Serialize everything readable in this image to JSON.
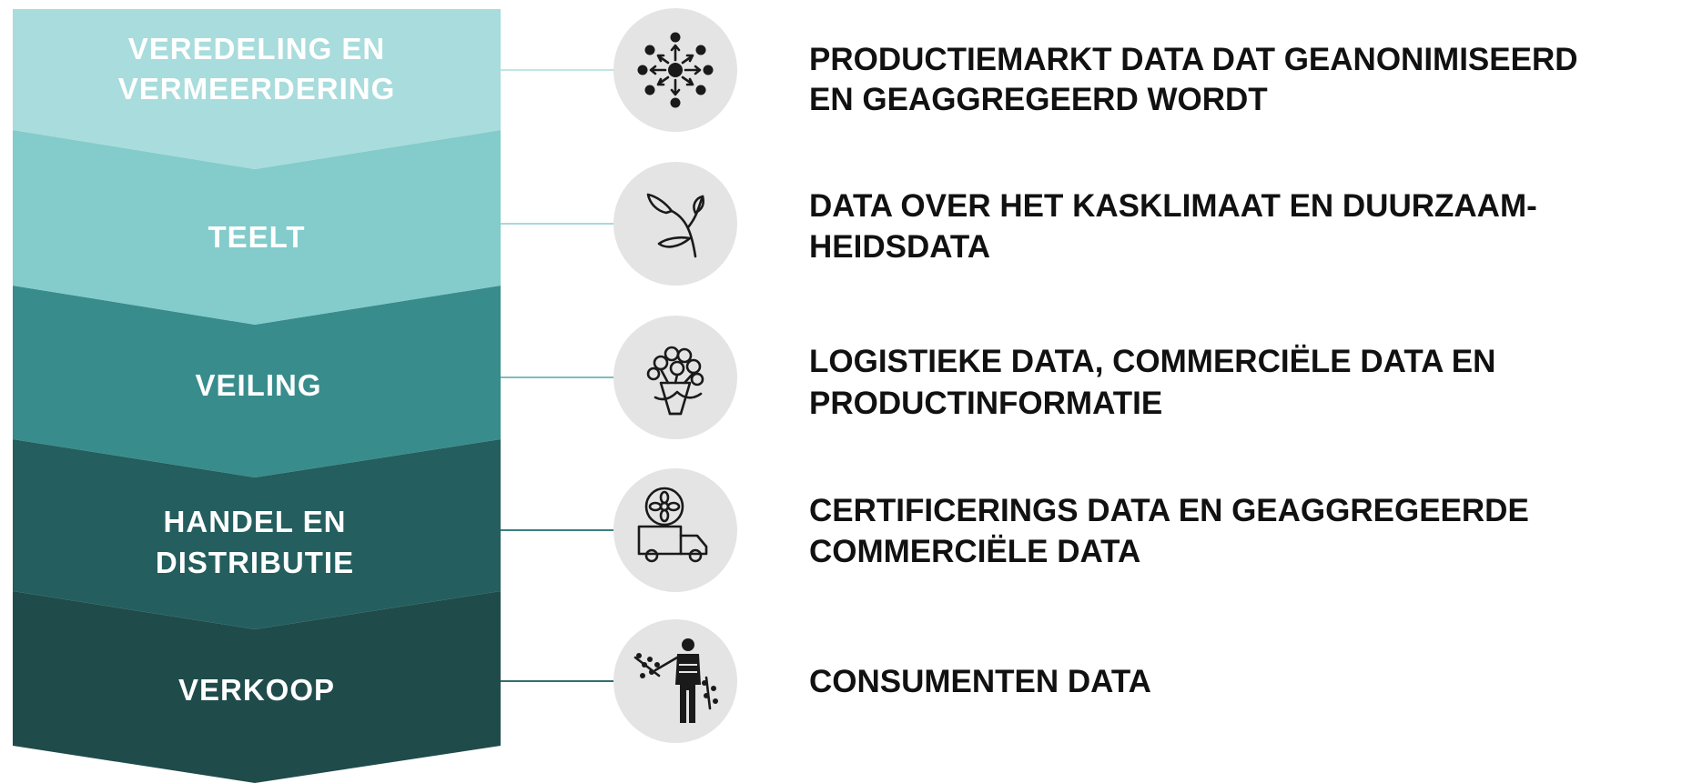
{
  "stages": [
    {
      "lines": [
        "VEREDELING EN",
        "VERMEERDERING"
      ],
      "color": "#a9dcdc",
      "connector_color": "#bfe6e6",
      "icon": "network-icon",
      "description": [
        "PRODUCTIEMARKT DATA DAT GEANONIMISEERD",
        "EN GEAGGREGEERD WORDT"
      ]
    },
    {
      "lines": [
        "TEELT"
      ],
      "color": "#84cbcb",
      "connector_color": "#a7dada",
      "icon": "plant-sprout-icon",
      "description": [
        "DATA OVER HET KASKLIMAAT EN DUURZAAM-",
        "HEIDSDATA"
      ]
    },
    {
      "lines": [
        "VEILING"
      ],
      "color": "#388c8c",
      "connector_color": "#7fbcbc",
      "icon": "flower-bouquet-icon",
      "description": [
        "LOGISTIEKE DATA, COMMERCIËLE DATA EN",
        "PRODUCTINFORMATIE"
      ]
    },
    {
      "lines": [
        "HANDEL EN",
        "DISTRIBUTIE"
      ],
      "color": "#245e5e",
      "connector_color": "#3d8080",
      "icon": "delivery-truck-icon",
      "description": [
        "CERTIFICERINGS DATA EN GEAGGREGEERDE",
        "COMMERCIËLE DATA"
      ]
    },
    {
      "lines": [
        "VERKOOP"
      ],
      "color": "#1f4b4b",
      "connector_color": "#2f6f6f",
      "icon": "person-with-plants-icon",
      "description": [
        "CONSUMENTEN DATA"
      ]
    }
  ]
}
